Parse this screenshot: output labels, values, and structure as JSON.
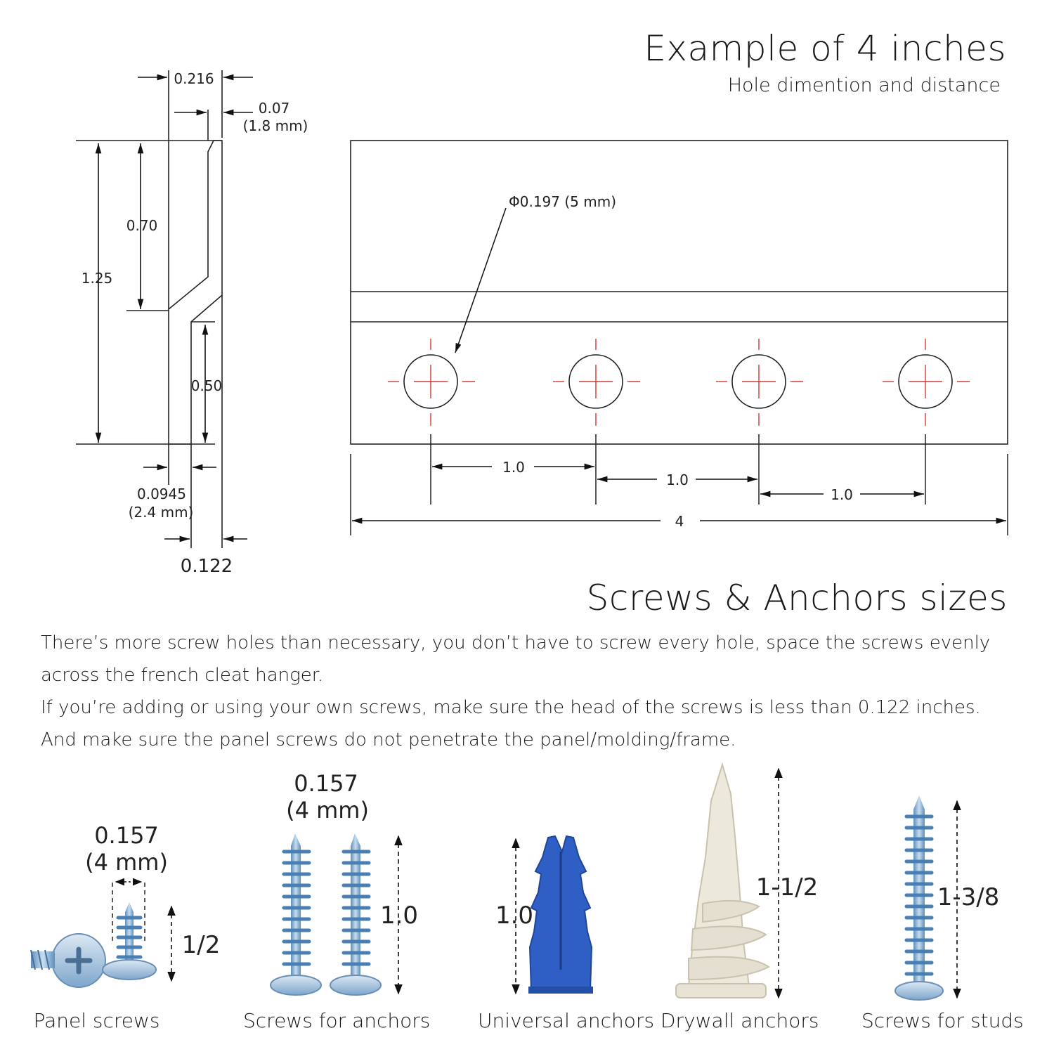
{
  "header": {
    "title": "Example of 4 inches",
    "subtitle": "Hole dimention and distance"
  },
  "profile": {
    "dim_top_width": "0.216",
    "dim_lip": "0.07",
    "dim_lip_mm": "(1.8 mm)",
    "dim_height_total": "1.25",
    "dim_height_upper": "0.70",
    "dim_height_lower": "0.50",
    "dim_thickness": "0.0945",
    "dim_thickness_mm": "(2.4 mm)",
    "dim_gap": "0.122"
  },
  "plate": {
    "hole_label": "Φ0.197 (5 mm)",
    "spacing_labels": [
      "1.0",
      "1.0",
      "1.0"
    ],
    "total_length_label": "4"
  },
  "section": {
    "title": "Screws & Anchors sizes",
    "paragraphs": [
      "There’s more screw holes than necessary, you don’t have to screw every hole, space the screws evenly across the french cleat hanger.",
      "If you’re adding or using your own screws, make sure the head of the screws is less than 0.122 inches.",
      "And make sure the panel screws do not penetrate the panel/molding/frame."
    ]
  },
  "hardware": [
    {
      "caption": "Panel screws",
      "width": "0.157",
      "width_mm": "(4 mm)",
      "length": "1/2"
    },
    {
      "caption": "Screws for anchors",
      "width": "0.157",
      "width_mm": "(4 mm)",
      "length": "1.0"
    },
    {
      "caption": "Universal anchors",
      "length": "1.0"
    },
    {
      "caption": "Drywall anchors",
      "length": "1-1/2"
    },
    {
      "caption": "Screws for studs",
      "length": "1-3/8"
    }
  ],
  "colors": {
    "screw_blue": "#8ab4d8",
    "anchor_blue": "#2f5fc4",
    "drywall_anchor": "#ece8dc",
    "crosshair_red": "#d23a3a"
  }
}
